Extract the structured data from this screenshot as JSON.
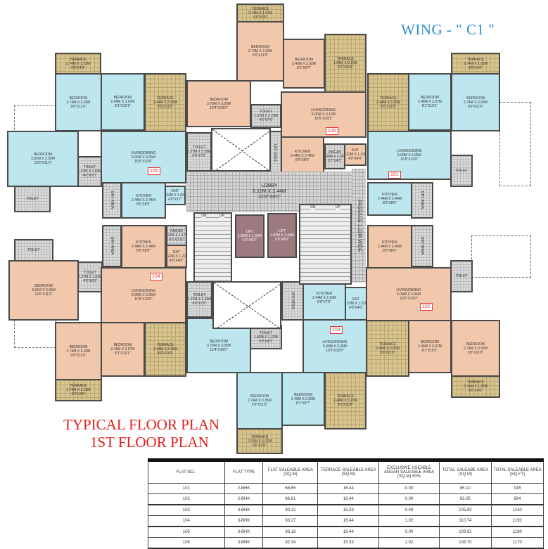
{
  "wing_title": "WING - \" C1 \"",
  "plan_titles": [
    "TYPICAL FLOOR PLAN",
    "1ST FLOOR PLAN"
  ],
  "colors": {
    "flat_blue": "#bde6ef",
    "flat_peach": "#f1c8ac",
    "terrace": "#d8c48e",
    "lift": "#9d7a80",
    "title_blue": "#2a8fd0",
    "title_red": "#e0201c"
  },
  "flat_numbers": {
    "f101": "101",
    "f102": "102",
    "f103": "103",
    "f104": "104",
    "f105": "105",
    "f106": "106"
  },
  "rooms": {
    "f105_t1": [
      "TERRACE",
      "2.74M X 1.22M",
      "9'0\"X4'0\""
    ],
    "f105_b1": [
      "BEDROOM",
      "2.74M X 3.35M",
      "9'0\"X11'0\""
    ],
    "f105_b2": [
      "BEDROOM",
      "2.46M X 3.07M",
      "8'1\"X10'1\""
    ],
    "f105_t2": [
      "TERRACE",
      "2.44M X 3.35M",
      "8'0\"X11'0\""
    ],
    "f105_b3": [
      "BEDROOM",
      "3.81M X 3.35M",
      "12'6\"X11'0\""
    ],
    "f105_tl1": [
      "TOILET",
      "",
      ""
    ],
    "f105_tl2": [
      "TOILET",
      "1.37M X 1.83M",
      "4'6\"X6'0\""
    ],
    "f105_ld": [
      "LIVING/DINING",
      "5.00M X 3.05M",
      "16'5\"X10'0\""
    ],
    "f105_k": [
      "KITCHEN",
      "2.44M X 2.44M",
      "8'0\"X8'0\""
    ],
    "f105_dry": [
      "DRY AREA",
      "",
      ""
    ],
    "f105_ent": [
      "ENT",
      "1.22M X 1.09M",
      "4'0\"X3'7\""
    ],
    "f106_t1": [
      "TERRACE",
      "2.74M X 1.07M",
      "9'0\"X3'6\""
    ],
    "f106_b1": [
      "BEDROOM",
      "2.74M X 3.35M",
      "9'0\"X11'0\""
    ],
    "f106_b2": [
      "BEDROOM",
      "2.46M X 2.92M",
      "8'1\"X9'7\""
    ],
    "f106_t2": [
      "TERRACE",
      "1.84M X 3.20M",
      "6'0\"X10'6\""
    ],
    "f106_b3": [
      "BEDROOM",
      "3.76M X 3.05M",
      "12'4\"X10'0\""
    ],
    "f106_tl1": [
      "TOILET",
      "1.37M X 2.29M",
      "4'6\"X7'6\""
    ],
    "f106_tl2": [
      "TOILET",
      "1.37M X 2.29M",
      "4'6\"X7'6\""
    ],
    "f106_ld": [
      "LIVING/DINING",
      "5.00M X 3.12M",
      "16'5\"X10'3\""
    ],
    "f106_k": [
      "KITCHEN",
      "2.44M X 2.44M",
      "8'0\"X8'0\""
    ],
    "f106_dry": [
      "DRY AREA",
      "",
      ""
    ],
    "f106_angan": [
      "ANGAN",
      "1.09M X 1.35M",
      "3'7\"X4'5\""
    ],
    "f106_ent": [
      "ENT",
      "1.22M X 1.22M",
      "4'0\"X4'0\""
    ],
    "f101_t2": [
      "TERRACE",
      "2.44M X 3.35M",
      "8'0\"X11'0\""
    ],
    "f101_b2": [
      "BEDROOM",
      "2.46M X 3.07M",
      "8'1\"X10'1\""
    ],
    "f101_t1": [
      "TERRACE",
      "2.74M X 1.22M",
      "9'0\"X4'0\""
    ],
    "f101_b1": [
      "BEDROOM",
      "2.74M X 3.33M",
      "9'0\"X11'0\""
    ],
    "f101_ld": [
      "LIVING/DINING",
      "5.00M X 3.05M",
      "16'5\"X10'0\""
    ],
    "f101_tl": [
      "TOILET",
      "",
      ""
    ],
    "f101_k": [
      "KITCHEN",
      "2.44M X 2.44M",
      "8'0\"X8'0\""
    ],
    "f101_dry": [
      "DRY AREA",
      "",
      ""
    ],
    "f102_k": [
      "KITCHEN",
      "2.44M X 2.44M",
      "8'0\"X8'0\""
    ],
    "f102_dry": [
      "DRY AREA",
      "",
      ""
    ],
    "f102_tl": [
      "TOILET",
      "",
      ""
    ],
    "f102_ld": [
      "LIVING/DINING",
      "5.00M X 3.05M",
      "16'5\"X10'0\""
    ],
    "f102_t2": [
      "TERRACE",
      "2.44M X 3.35M",
      "8'0\"X11'0\""
    ],
    "f102_b2": [
      "BEDROOM",
      "2.46M X 3.07M",
      "8'1\"X10'1\""
    ],
    "f102_b1": [
      "BEDROOM",
      "2.74M X 3.33M",
      "9'0\"X11'0\""
    ],
    "f102_t1": [
      "TERRACE",
      "2.74M X 1.22M",
      "9'0\"X4'0\""
    ],
    "f104_tl1": [
      "TOILET",
      "",
      ""
    ],
    "f104_b3": [
      "BEDROOM",
      "3.81M X 3.35M",
      "12'6\"X11'0\""
    ],
    "f104_tl2": [
      "TOILET",
      "1.37M X 1.83M",
      "4'6\"X6'0\""
    ],
    "f104_dry": [
      "DRY AREA",
      "",
      ""
    ],
    "f104_k": [
      "KITCHEN",
      "2.44M X 2.44M",
      "8'0\"X8'0\""
    ],
    "f104_angan": [
      "ANGAN",
      "1.22M X 1.17M",
      "4'0\"X3'10\""
    ],
    "f104_ent": [
      "ENT",
      "1.22M X 1.22M",
      "4'0\"X4'0\""
    ],
    "f104_ld": [
      "LIVING/DINING",
      "5.00M X 3.05M",
      "16'5\"X10'0\""
    ],
    "f104_b1": [
      "BEDROOM",
      "2.74M X 3.35M",
      "9'0\"X11'0\""
    ],
    "f104_b2": [
      "BEDROOM",
      "2.46M X 3.07M",
      "8'1\"X10'1\""
    ],
    "f104_t2": [
      "TERRACE",
      "2.44M X 3.35M",
      "8'0\"X11'0\""
    ],
    "f104_t1": [
      "TERRACE",
      "2.74M X 1.22M",
      "9'0\"X4'0\""
    ],
    "f103_tl1": [
      "TOILET",
      "1.37M X 2.29M",
      "4'6\"X7'6\""
    ],
    "f103_dry": [
      "DRY AREA",
      "",
      ""
    ],
    "f103_k": [
      "KITCHEN",
      "2.44M X 2.29M",
      "8'0\"X7'6\""
    ],
    "f103_ent": [
      "ENT",
      "1.22M X 1.22M",
      "4'0\"X4'0\""
    ],
    "f103_ld": [
      "LIVING/DINING",
      "5.00M X 3.05M",
      "16'5\"X10'0\""
    ],
    "f103_b3": [
      "BEDROOM",
      "3.76M X 3.05M",
      "12'4\"X10'0\""
    ],
    "f103_tl2": [
      "TOILET",
      "1.83M X 1.22M",
      "6'0\"X4'0\""
    ],
    "f103_b1": [
      "BEDROOM",
      "2.74M X 3.35M",
      "9'0\"X11'0\""
    ],
    "f103_b2": [
      "BEDROOM",
      "2.46M X 2.92M",
      "8'1\"X9'7\""
    ],
    "f103_t2": [
      "TERRACE",
      "2.44M X 3.20M",
      "8'0\"X10'6\""
    ],
    "f103_t1": [
      "TERRACE",
      "2.74M X 1.07M",
      "9'0\"X3'6\""
    ],
    "lobby": [
      "LOBBY",
      "6.10M X 2.44M",
      "22'0\"X8'0\""
    ],
    "lift1": [
      "LIFT",
      "1.83M X 1.60M",
      "6'0\"X5'3\""
    ],
    "lift2": [
      "LIFT",
      "1.83M X 2.44M",
      "6'0\"X8'0\""
    ],
    "passage": [
      "PASSAGE 1.22M WIDE",
      "",
      ""
    ]
  },
  "stairs": {
    "down": "DN",
    "up": "UP"
  },
  "table": {
    "headers": [
      "FLAT NO.-",
      "FLAT TYPE",
      "FLAT SALEABLE AREA (SQ.M)",
      "TERRACE SALEABLE AREA (SQ.M)",
      "EXCLUSIVE USEABLE ANGAN SALEABLE AREA (SQ.M) 50%",
      "TOTAL SALEABE AREA (SQ.M)",
      "TOTAL SALEABLE AREA (SQ.FT)"
    ],
    "rows": [
      [
        "101",
        "2-BHK",
        "68.65",
        "16.44",
        "0.00",
        "85.10",
        "916"
      ],
      [
        "102",
        "2-BHK",
        "66.61",
        "16.44",
        "0.00",
        "83.05",
        "894"
      ],
      [
        "103",
        "3-BHK",
        "90.12",
        "15.33",
        "0.49",
        "105.93",
        "1140"
      ],
      [
        "104",
        "3-BHK",
        "93.27",
        "16.44",
        "1.02",
        "110.74",
        "1192"
      ],
      [
        "105",
        "3-BHK",
        "93.18",
        "16.44",
        "0.00",
        "109.62",
        "1180"
      ],
      [
        "106",
        "3-BHK",
        "92.34",
        "15.33",
        "1.02",
        "108.70",
        "1170"
      ]
    ]
  }
}
